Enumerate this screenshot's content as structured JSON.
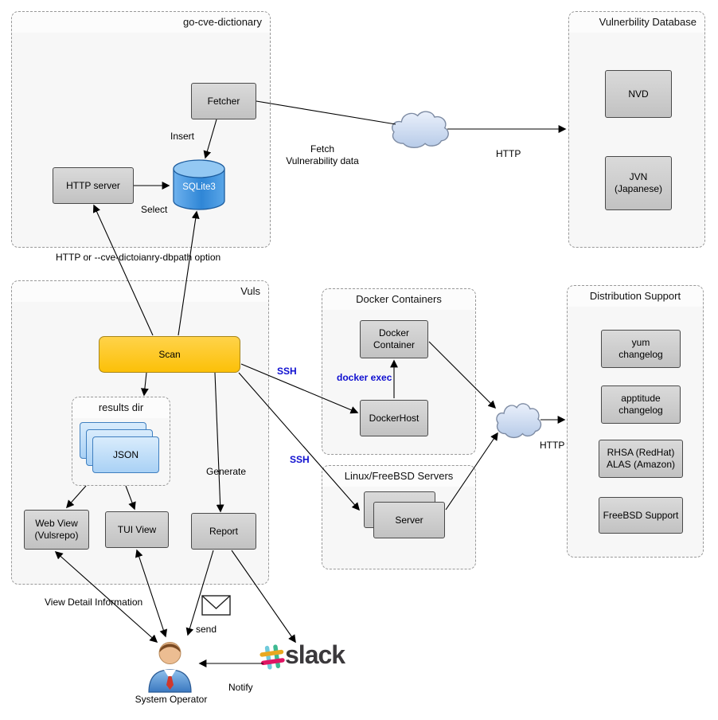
{
  "groups": {
    "go_cve_dictionary": {
      "title": "go-cve-dictionary"
    },
    "vuln_db": {
      "title": "Vulnerbility Database"
    },
    "vuls": {
      "title": "Vuls"
    },
    "docker_containers": {
      "title": "Docker Containers"
    },
    "linux_servers": {
      "title": "Linux/FreeBSD Servers"
    },
    "distribution_support": {
      "title": "Distribution Support"
    },
    "results_dir": {
      "title": "results dir"
    }
  },
  "nodes": {
    "fetcher": {
      "label": "Fetcher"
    },
    "http_server": {
      "label": "HTTP server"
    },
    "sqlite3": {
      "label": "SQLite3"
    },
    "nvd": {
      "label": "NVD"
    },
    "jvn": {
      "label": "JVN\n(Japanese)"
    },
    "scan": {
      "label": "Scan"
    },
    "json": {
      "label": "JSON"
    },
    "web_view": {
      "label": "Web View\n(Vulsrepo)"
    },
    "tui_view": {
      "label": "TUI View"
    },
    "report": {
      "label": "Report"
    },
    "docker_container": {
      "label": "Docker\nContainer"
    },
    "docker_host": {
      "label": "DockerHost"
    },
    "server": {
      "label": "Server"
    },
    "yum_changelog": {
      "label": "yum\nchangelog"
    },
    "apptitude_changelog": {
      "label": "apptitude\nchangelog"
    },
    "rhsa_alas": {
      "label": "RHSA (RedHat)\nALAS (Amazon)"
    },
    "freebsd_support": {
      "label": "FreeBSD Support"
    }
  },
  "edge_labels": {
    "insert": "Insert",
    "select": "Select",
    "fetch_vulnerability_data": "Fetch\nVulnerability data",
    "http_top": "HTTP",
    "http_dbpath_option": "HTTP or --cve-dictoianry-dbpath option",
    "ssh_docker": "SSH",
    "docker_exec": "docker exec",
    "ssh_linux": "SSH",
    "generate": "Generate",
    "http_right": "HTTP",
    "view_detail_information": "View Detail Information",
    "send": "send",
    "notify": "Notify"
  },
  "actors": {
    "system_operator": "System Operator",
    "slack": "slack"
  },
  "colors": {
    "scan_fill": "#FCC008",
    "node_fill": "#CCCCCC",
    "json_fill": "#BCDAF7",
    "sqlite_fill": "#3F92DD",
    "cloud_fill": "#C9D8EF",
    "blue_label": "#0F0FD0",
    "slack_text": "#3B393C"
  }
}
